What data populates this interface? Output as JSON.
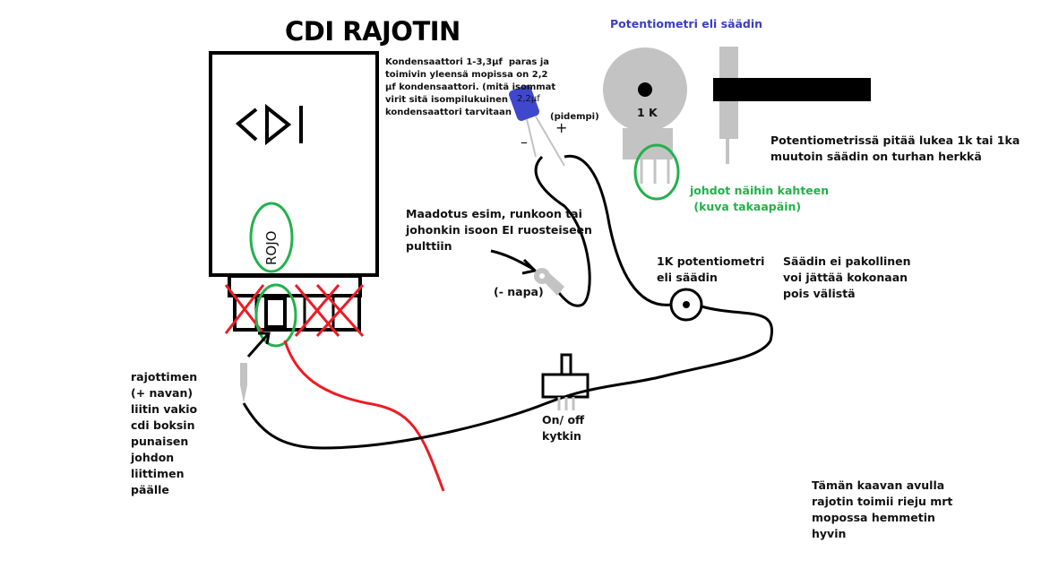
{
  "title": "CDI RAJOTIN",
  "cdi_label": "CDI",
  "rojo_label": "ROJO",
  "capacitor": {
    "note": "Kondensaattori 1-3,3µf  paras ja\ntoimivin yleensä mopissa on 2,2\nµf kondensaattori. (mitä isommat\nvirit sitä isompilukuinen\nkondensaattori tarvitaan",
    "value": "2,2µf",
    "longer_lead": "(pidempi)",
    "plus": "+",
    "minus": "–"
  },
  "potentiometer": {
    "title": "Potentiometri eli säädin",
    "value": "1 K",
    "note": "Potentiometrissä pitää lukea 1k tai 1ka\nmuutoin säädin on turhan herkkä",
    "wires_note": "johdot näihin kahteen\n (kuva takaapäin)",
    "symbol_label": "1K potentiometri\neli säädin",
    "optional_note": "Säädin ei pakollinen\nvoi jättää kokonaan\npois välistä"
  },
  "ground": {
    "note": "Maadotus esim, runkoon tai\njohonkin isoon EI ruosteiseen\npulttiin",
    "label": "(- napa)"
  },
  "switch_label": "On/ off\nkytkin",
  "connector_note": "rajottimen\n(+ navan)\nliitin vakio\ncdi boksin\npunaisen\njohdon\nliittimen\npäälle",
  "conclusion": "Tämän kaavan avulla\nrajotin toimii rieju mrt\nmopossa hemmetin\nhyvin",
  "colors": {
    "green": "#22b14c",
    "red": "#ed1c24",
    "blue": "#3f48cc",
    "gray": "#c3c3c3"
  }
}
